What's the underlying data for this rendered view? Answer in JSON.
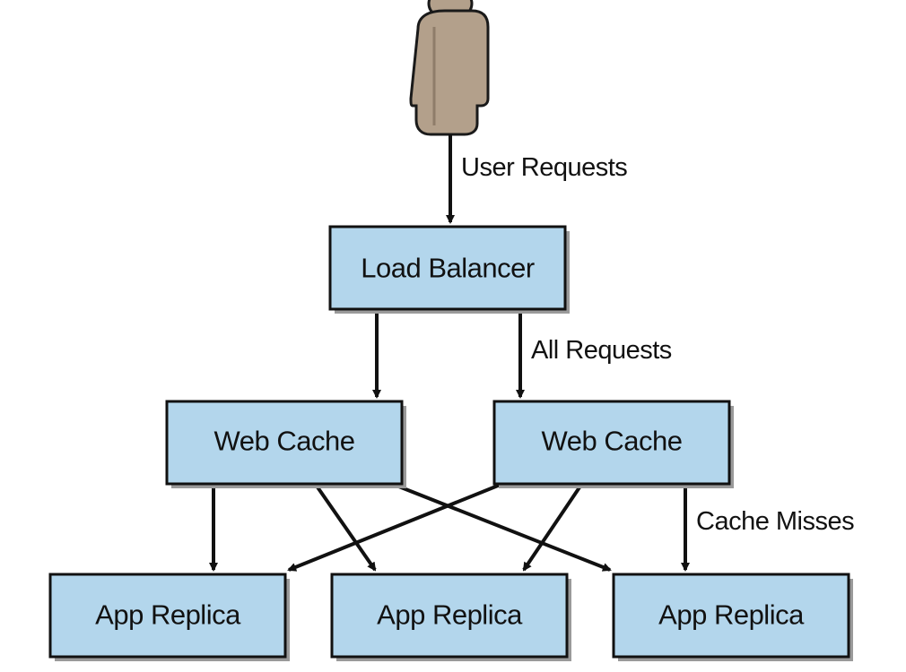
{
  "colors": {
    "node_fill": "#b3d6ec",
    "node_border": "#111111",
    "user_body": "#b3a08b",
    "edge": "#111111"
  },
  "icons": {
    "user": "user-figure-icon"
  },
  "nodes": {
    "load_balancer": "Load Balancer",
    "web_caches": [
      {
        "label": "Web Cache"
      },
      {
        "label": "Web Cache"
      }
    ],
    "app_replicas": [
      {
        "label": "App Replica"
      },
      {
        "label": "App Replica"
      },
      {
        "label": "App Replica"
      }
    ]
  },
  "edge_labels": {
    "user_requests": "User Requests",
    "all_requests": "All Requests",
    "cache_misses": "Cache Misses"
  }
}
